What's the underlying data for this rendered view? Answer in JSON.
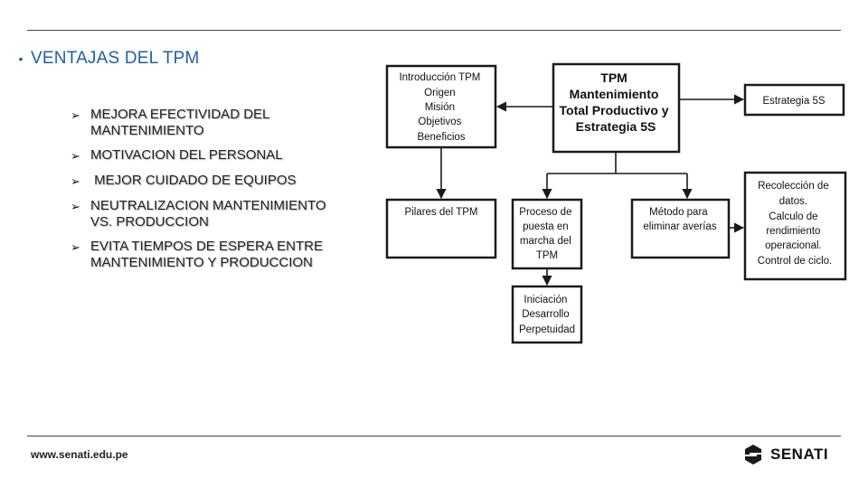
{
  "heading": {
    "bullet": "•",
    "text": "VENTAJAS DEL TPM"
  },
  "advantages": [
    "MEJORA EFECTIVIDAD DEL MANTENIMIENTO",
    "MOTIVACION DEL PERSONAL",
    " MEJOR CUIDADO DE EQUIPOS",
    "NEUTRALIZACION MANTENIMIENTO VS. PRODUCCION",
    "EVITA TIEMPOS DE ESPERA ENTRE MANTENIMIENTO Y PRODUCCION"
  ],
  "diagram": {
    "center": [
      "TPM",
      "Mantenimiento",
      "Total Productivo y",
      "Estrategia 5S"
    ],
    "intro": [
      "Introducción TPM",
      "Origen",
      "Misión",
      "Objetivos",
      "Beneficios"
    ],
    "estrategia": [
      "Estrategia 5S"
    ],
    "pilares": [
      "Pilares del TPM"
    ],
    "proceso": [
      "Proceso de",
      "puesta en",
      "marcha del",
      "TPM"
    ],
    "metodo": [
      "Método para",
      "eliminar averías"
    ],
    "recoleccion": [
      "Recolección de",
      "datos.",
      "Calculo de",
      "rendimiento",
      "operacional.",
      "Control de ciclo."
    ],
    "iniciacion": [
      "Iniciación",
      "Desarrollo",
      "Perpetuidad"
    ]
  },
  "footer": {
    "url": "www.senati.edu.pe",
    "logo_text": "SENATI"
  }
}
